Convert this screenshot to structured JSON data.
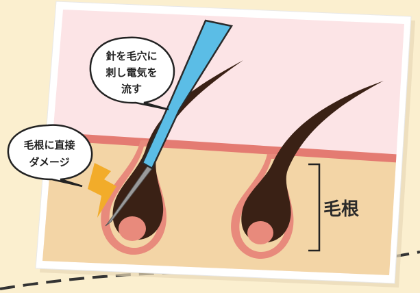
{
  "illustration": {
    "bubble_needle": {
      "lines": [
        "針を毛穴に",
        "刺し電気を",
        "流す"
      ]
    },
    "bubble_root": {
      "lines": [
        "毛根に直接",
        "ダメージ"
      ]
    },
    "label_root": "毛根"
  },
  "colors": {
    "background": "#fbefcf",
    "card": "#ffffff",
    "epidermis": "#fce4e6",
    "dermis": "#f3d5a6",
    "skin_line": "#e47b72",
    "hair": "#3a2115",
    "papilla": "#e88a7c",
    "needle_handle": "#5bbde6",
    "needle": "#9a9a9a",
    "zap": "#f2ac2a"
  }
}
